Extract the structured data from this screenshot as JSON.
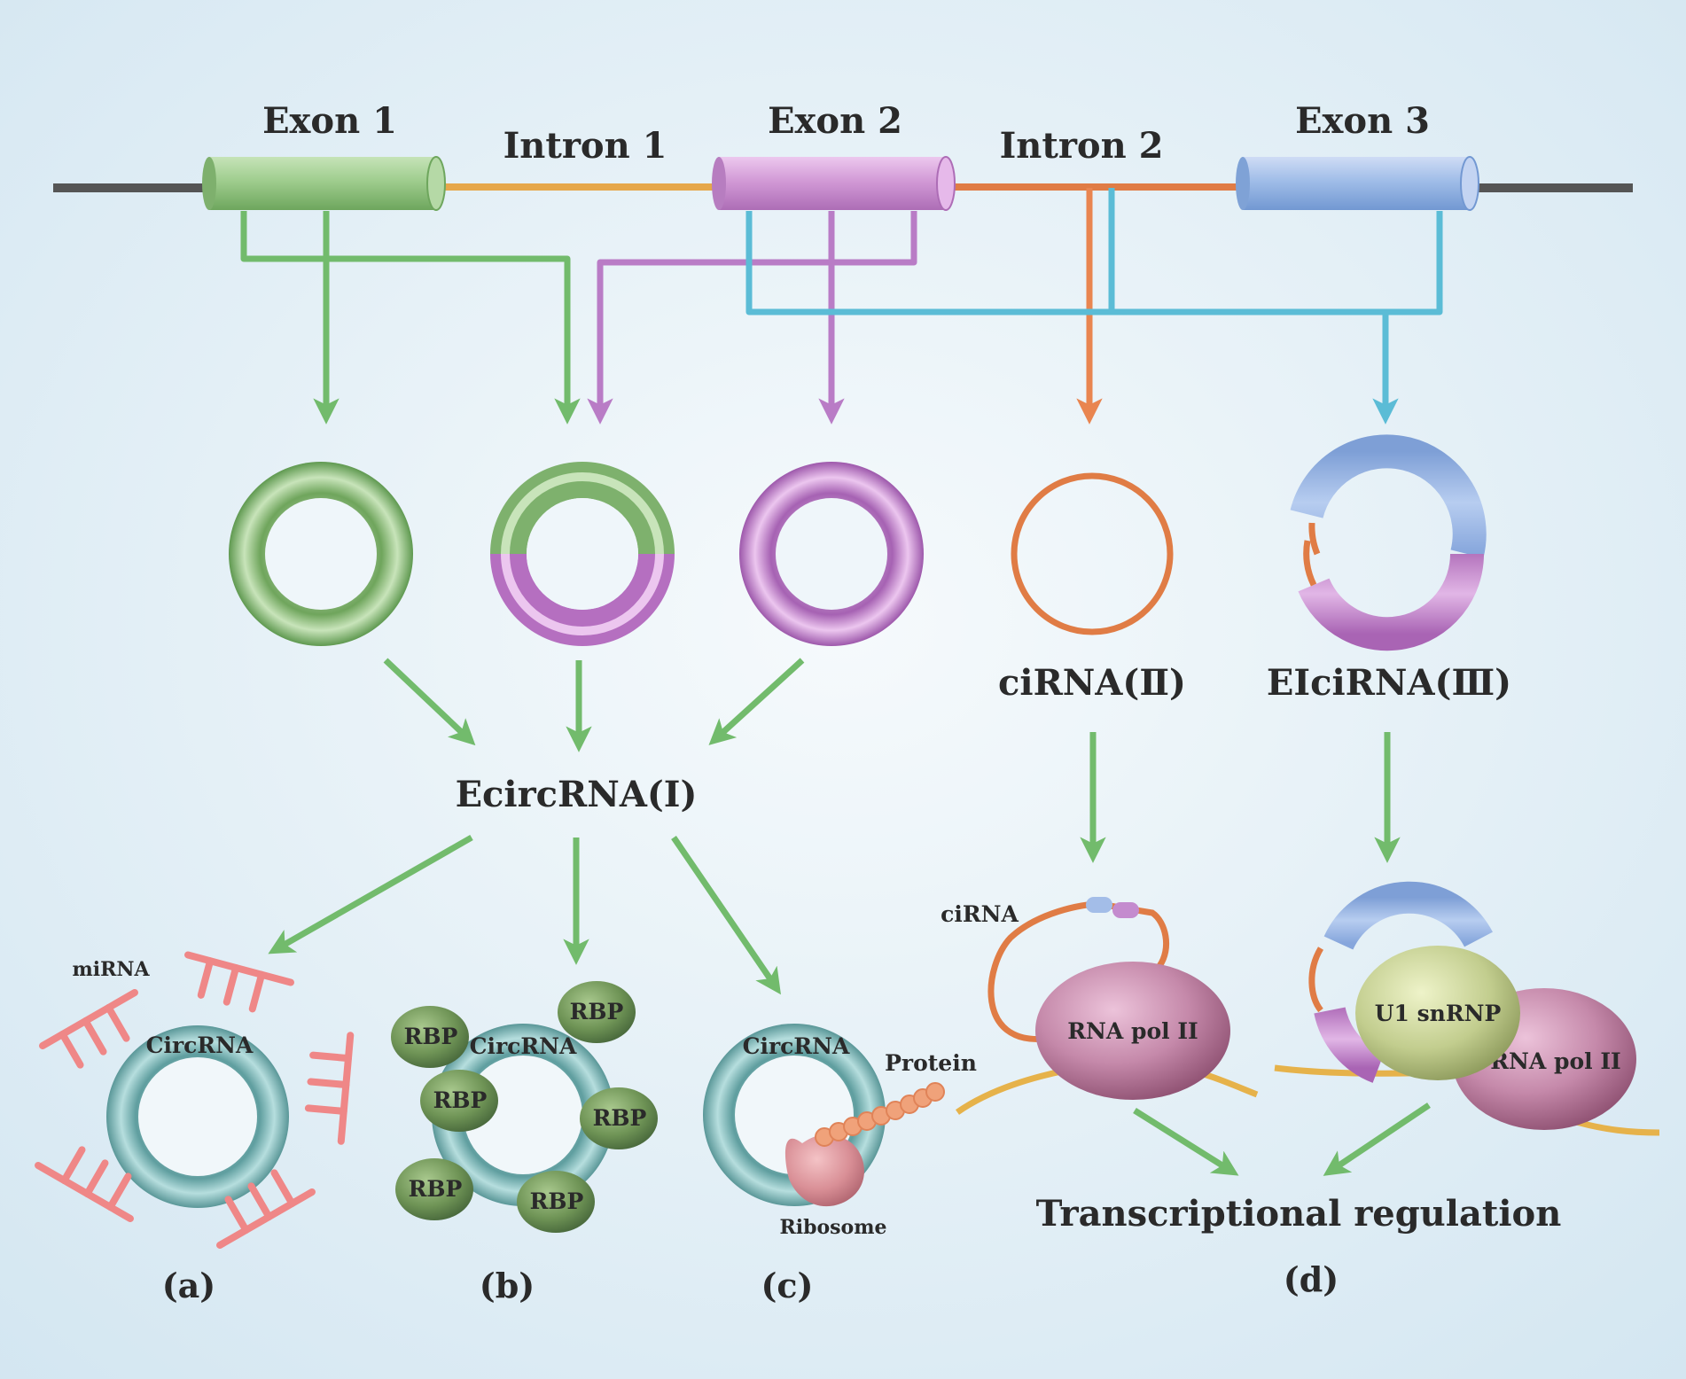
{
  "gene": {
    "exon1": "Exon 1",
    "intron1": "Intron 1",
    "exon2": "Exon 2",
    "intron2": "Intron 2",
    "exon3": "Exon 3"
  },
  "types": {
    "ecircrna": "EcircRNA(Ⅰ)",
    "cirna": "ciRNA(Ⅱ)",
    "eicirna": "EIciRNA(Ⅲ)"
  },
  "panels": {
    "a": {
      "letter": "(a)",
      "circ": "CircRNA",
      "mirna": "miRNA"
    },
    "b": {
      "letter": "(b)",
      "circ": "CircRNA",
      "rbp": "RBP"
    },
    "c": {
      "letter": "(c)",
      "circ": "CircRNA",
      "protein": "Protein",
      "ribosome": "Ribosome"
    },
    "d": {
      "letter": "(d)",
      "cirna": "ciRNA",
      "polii": "RNA pol II",
      "u1": "U1 snRNP",
      "regulation": "Transcriptional regulation"
    }
  },
  "colors": {
    "exon1": "#8fc283",
    "exon2": "#c98fcf",
    "exon3": "#94b4e2",
    "intron1": "#e6a74a",
    "intron2": "#e07c45",
    "arrow_green": "#72bb6c",
    "arrow_purple": "#b97cc6",
    "arrow_orange": "#e98550",
    "arrow_blue": "#5bbcd6",
    "circ_teal": "#7fbcbc",
    "mirna": "#ef8787",
    "rbp": "#6f9456",
    "polii": "#b8789b",
    "u1": "#bdc98a"
  }
}
